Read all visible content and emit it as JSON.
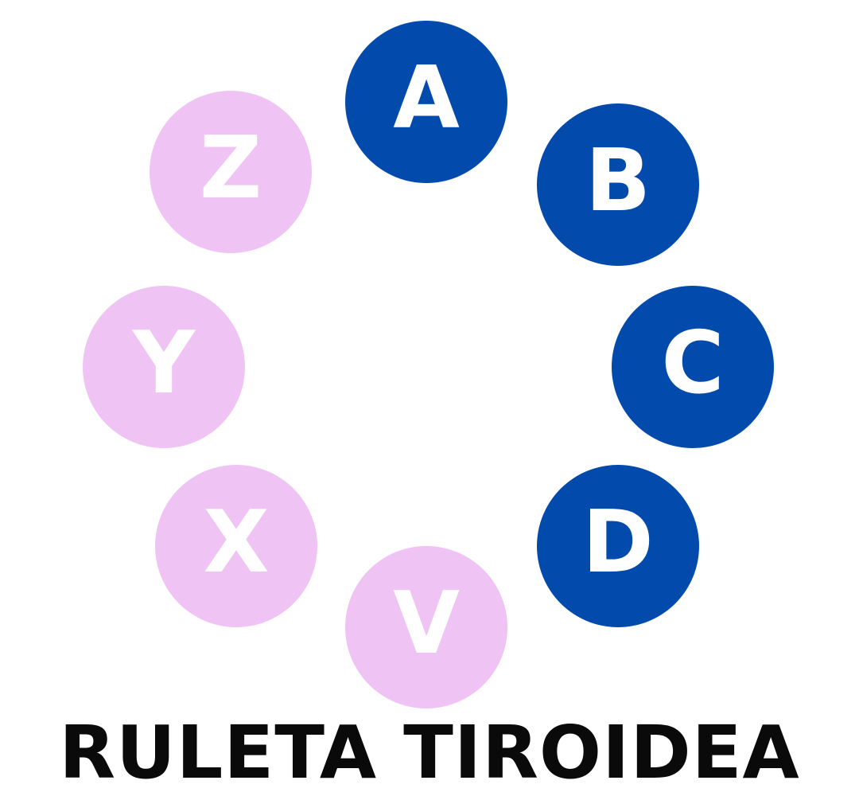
{
  "colors": {
    "blue": "#034aad",
    "pink": "#efc4f5",
    "letter": "#ffffff",
    "title": "#0a0a0a"
  },
  "wheel": {
    "letters": [
      {
        "id": "A",
        "label": "A",
        "color": "blue"
      },
      {
        "id": "B",
        "label": "B",
        "color": "blue"
      },
      {
        "id": "C",
        "label": "C",
        "color": "blue"
      },
      {
        "id": "D",
        "label": "D",
        "color": "blue"
      },
      {
        "id": "V",
        "label": "V",
        "color": "pink"
      },
      {
        "id": "X",
        "label": "X",
        "color": "pink"
      },
      {
        "id": "Y",
        "label": "Y",
        "color": "pink"
      },
      {
        "id": "Z",
        "label": "Z",
        "color": "pink"
      }
    ]
  },
  "title": "RULETA TIROIDEA"
}
